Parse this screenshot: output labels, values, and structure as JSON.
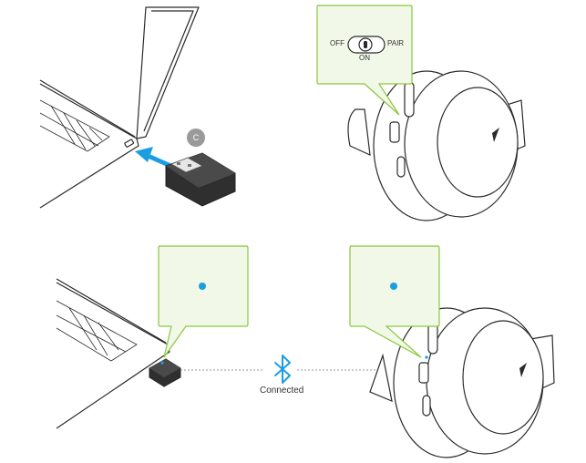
{
  "switch": {
    "off_label": "OFF",
    "pair_label": "PAIR",
    "on_label": "ON"
  },
  "dongle_step_badge": "C",
  "connection": {
    "status_label": "Connected"
  },
  "colors": {
    "callout_border": "#8cc63f",
    "callout_fill": "#f1f8e8",
    "led_blue": "#1a9ee0",
    "arrow_blue": "#1a9ee0",
    "bluetooth_blue": "#1a9ee0",
    "badge_gray": "#9a9a9a",
    "line_dark": "#2b2b2b"
  },
  "icons": {
    "bluetooth": "bluetooth-icon",
    "insert_arrow": "arrow-left-icon"
  }
}
